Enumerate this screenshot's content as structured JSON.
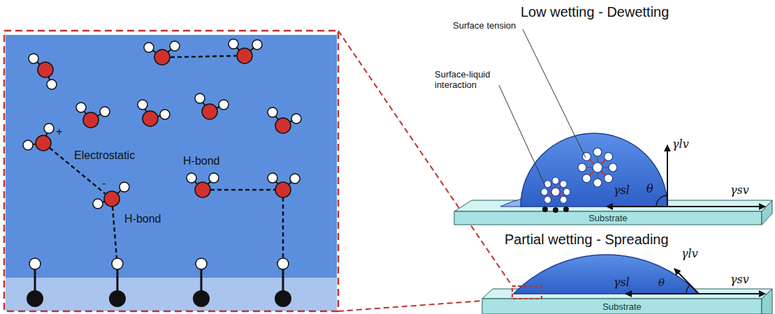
{
  "diagram": {
    "nodes": [
      {
        "text": [
          "Substrate"
        ]
      },
      {
        "text": [
          "Substrate"
        ]
      }
    ],
    "labels": [
      "+",
      "Electrostatic",
      "-",
      "H-bond",
      "H-bond",
      "Low wetting - Dewetting",
      "Surface tension",
      "Surface-liquid interaction",
      "γlv",
      "θ",
      "γsl",
      "γsv",
      "Partial wetting - Spreading",
      "γlv",
      "θ",
      "γsl",
      "γsv"
    ]
  }
}
